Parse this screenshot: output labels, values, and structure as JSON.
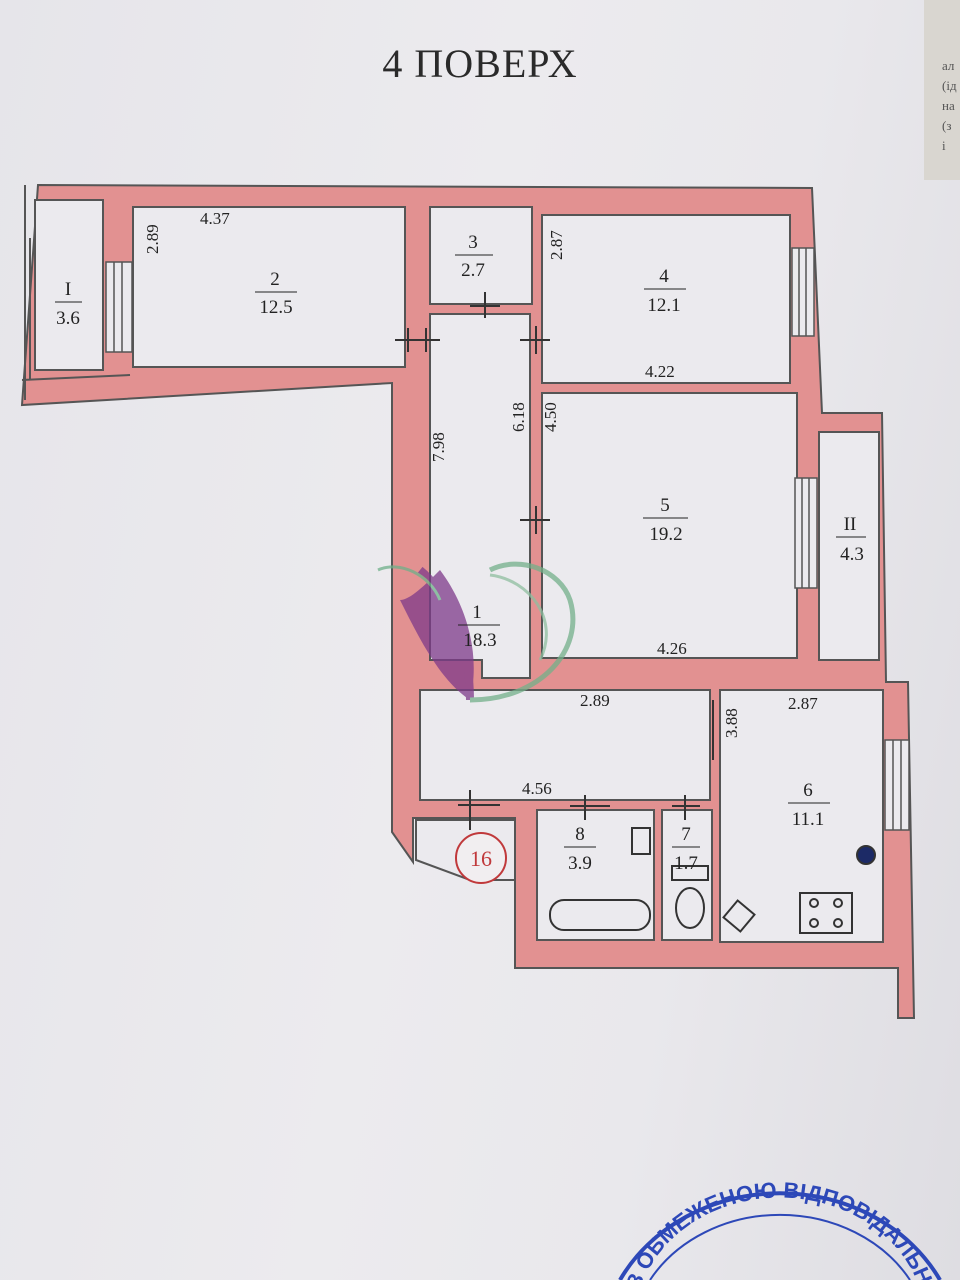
{
  "floor_title": "4 ПОВЕРХ",
  "rooms": [
    {
      "num": "I",
      "area": "3.6"
    },
    {
      "num": "2",
      "area": "12.5"
    },
    {
      "num": "3",
      "area": "2.7"
    },
    {
      "num": "4",
      "area": "12.1"
    },
    {
      "num": "5",
      "area": "19.2"
    },
    {
      "num": "II",
      "area": "4.3"
    },
    {
      "num": "1",
      "area": "18.3"
    },
    {
      "num": "6",
      "area": "11.1"
    },
    {
      "num": "8",
      "area": "3.9"
    },
    {
      "num": "7",
      "area": "1.7"
    }
  ],
  "dimensions": {
    "room2_width": "4.37",
    "room2_depth": "2.89",
    "room4_depth": "2.87",
    "room4_width": "4.22",
    "hall_length": "7.98",
    "corridor_length": "6.18",
    "room5_depth": "4.50",
    "room5_width": "4.26",
    "corridor_width": "2.89",
    "room6_width": "2.87",
    "room6_depth": "3.88",
    "bath_width": "4.56"
  },
  "apartment_number": "16",
  "stamp_text": "З ОБМЕЖЕНОЮ ВІДПОВІДАЛЬНІСТЮ ТЕХНІЧНОЇ ІНВЕНТАРИЗАЦІЇ",
  "edge_text": [
    "ал",
    "(ід",
    "на",
    "(з",
    "і"
  ],
  "colors": {
    "wall": "#e29191",
    "wall_stroke": "#555555",
    "stamp": "#2d48b8",
    "marker": "#c0393b"
  }
}
